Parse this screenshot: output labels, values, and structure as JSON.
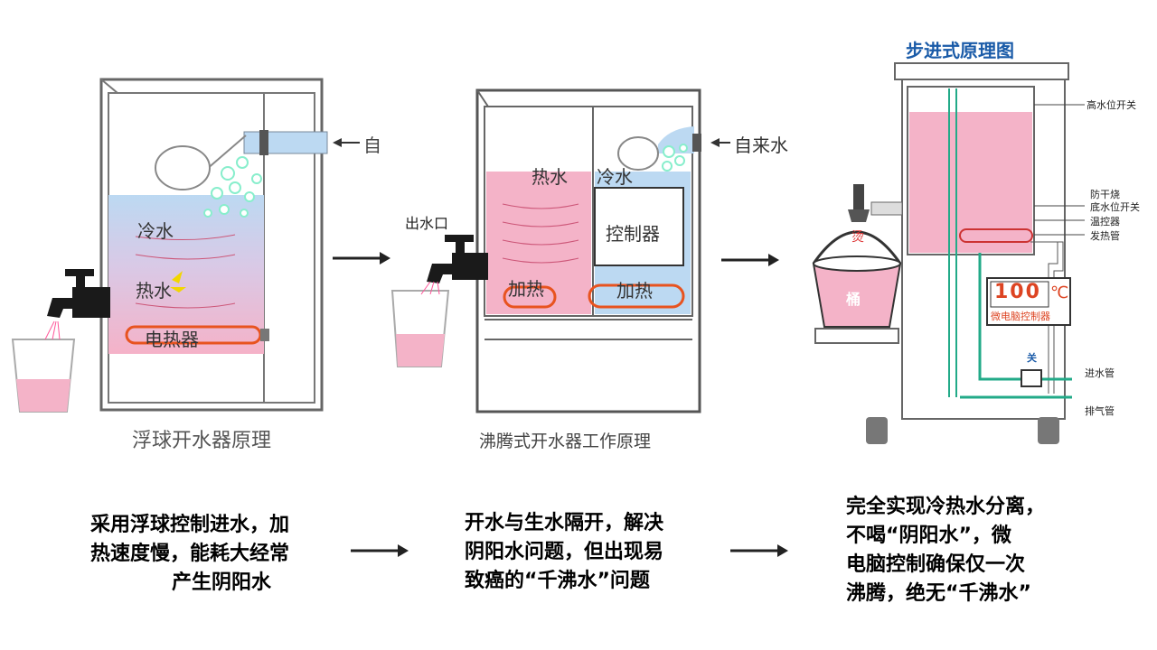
{
  "panel1": {
    "labels": {
      "cold": "冷水",
      "hot": "热水",
      "heater": "电热器",
      "tap_in": "自"
    },
    "caption": "浮球开水器原理"
  },
  "panel2": {
    "labels": {
      "hot": "热水",
      "cold": "冷水",
      "controller": "控制器",
      "heat_left": "加热",
      "heat_right": "加热",
      "outlet": "出水口",
      "tap_in": "自来水"
    },
    "caption": "沸腾式开水器工作原理"
  },
  "panel3": {
    "title": "步进式原理图",
    "labels": {
      "high_level": "高水位开关",
      "dry_guard": "防干烧",
      "low_level": "底水位开关",
      "thermostat": "温控器",
      "heating_tube": "发热管",
      "display": "100",
      "unit": "℃",
      "controller": "微电脑控制器",
      "valve": "关",
      "inlet": "进水管",
      "vent": "排气管",
      "bucket": "桶",
      "spray": "烫"
    }
  },
  "descriptions": [
    [
      "采用浮球控制进水，加",
      "热速度慢，能耗大经常",
      "产生阴阳水"
    ],
    [
      "开水与生水隔开，解决",
      "阴阳水问题，但出现易",
      "致癌的“千沸水”问题"
    ],
    [
      "完全实现冷热水分离，",
      "不喝“阴阳水”，微",
      "电脑控制确保仅一次",
      "沸腾，绝无“千沸水”"
    ]
  ],
  "colors": {
    "hot_water": "#f4b3c8",
    "cold_water": "#bcd9f2",
    "heater": "#e8531f",
    "frame": "#555555"
  }
}
